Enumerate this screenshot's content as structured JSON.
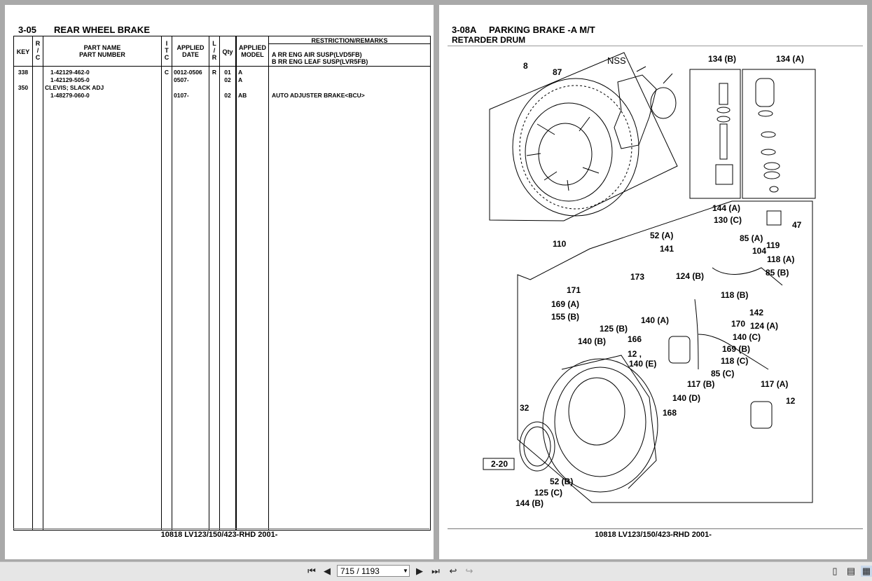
{
  "left_page": {
    "section_number": "3-05",
    "section_title": "REAR WHEEL BRAKE",
    "headers": {
      "key": "KEY",
      "rc": [
        "R",
        "/",
        "C"
      ],
      "part_name": "PART NAME",
      "part_number": "PART NUMBER",
      "itc": [
        "I",
        "T",
        "C"
      ],
      "applied_date": [
        "APPLIED",
        "DATE"
      ],
      "lr": [
        "L",
        "/",
        "R"
      ],
      "qty": "Qty",
      "applied_model": [
        "APPLIED",
        "MODEL"
      ],
      "remarks": "RESTRICTION/REMARKS",
      "remark_lines": [
        "A RR ENG AIR SUSP(LVD5FB)",
        "B RR ENG LEAF SUSP(LVR5FB)"
      ]
    },
    "rows": [
      {
        "key": "338",
        "name": "1-42129-462-0",
        "indent": true,
        "itc": "C",
        "date": "0012-0506",
        "lr": "R",
        "qty": "01",
        "model": "A",
        "remark": ""
      },
      {
        "key": "",
        "name": "1-42129-505-0",
        "indent": true,
        "itc": "",
        "date": "0507-",
        "lr": "",
        "qty": "02",
        "model": "A",
        "remark": ""
      },
      {
        "key": "350",
        "name": "CLEVIS; SLACK ADJ",
        "indent": false,
        "itc": "",
        "date": "",
        "lr": "",
        "qty": "",
        "model": "",
        "remark": ""
      },
      {
        "key": "",
        "name": "1-48279-060-0",
        "indent": true,
        "itc": "",
        "date": "0107-",
        "lr": "",
        "qty": "02",
        "model": "AB",
        "remark": "AUTO ADJUSTER BRAKE<BCU>"
      }
    ],
    "footer": "10818 LV123/150/423-RHD 2001-"
  },
  "right_page": {
    "section_number": "3-08A",
    "section_title": "PARKING BRAKE -A M/T",
    "subtitle": "RETARDER DRUM",
    "reference_box": "2-20",
    "footer": "10818 LV123/150/423-RHD 2001-",
    "callouts": [
      "8",
      "87",
      "NSS",
      "134 (B)",
      "134 (A)",
      "144 (A)",
      "130 (C)",
      "47",
      "119",
      "85 (A)",
      "104",
      "118 (A)",
      "85 (B)",
      "52 (A)",
      "141",
      "110",
      "124 (B)",
      "173",
      "171",
      "169 (A)",
      "155 (B)",
      "125 (B)",
      "166",
      "140 (A)",
      "118 (B)",
      "142",
      "170",
      "124 (A)",
      "140 (C)",
      "169 (B)",
      "140 (B)",
      "12 ,",
      "140 (E)",
      "118 (C)",
      "85 (C)",
      "117 (B)",
      "117 (A)",
      "12",
      "140 (D)",
      "168",
      "32",
      "52 (B)",
      "125 (C)",
      "144 (B)"
    ]
  },
  "toolbar": {
    "page_value": "715 / 1193"
  }
}
